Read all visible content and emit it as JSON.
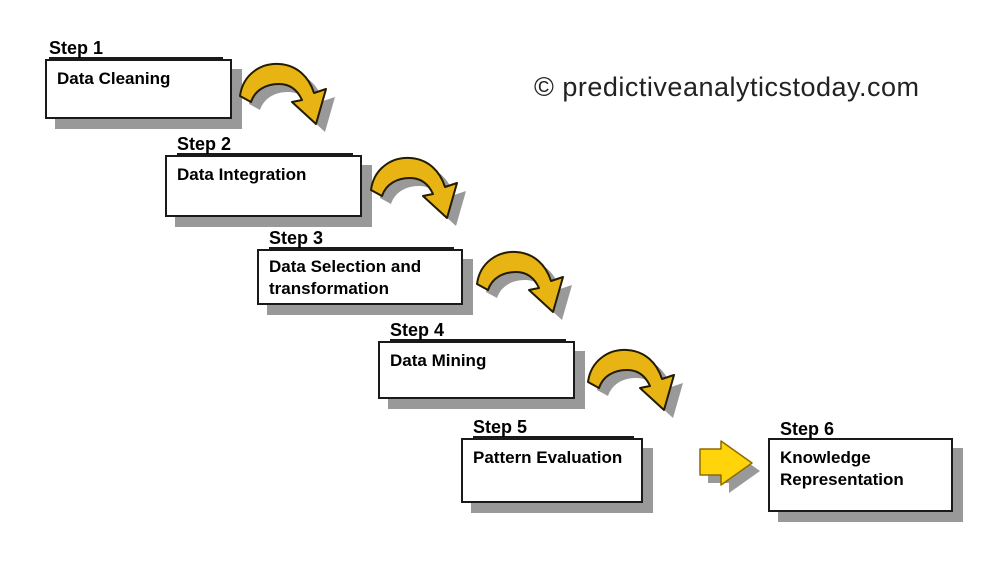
{
  "diagram": {
    "watermark": "© predictiveanalyticstoday.com",
    "steps": [
      {
        "label": "Step 1",
        "title": "Data Cleaning"
      },
      {
        "label": "Step 2",
        "title": "Data Integration"
      },
      {
        "label": "Step 3",
        "title": "Data Selection and transformation"
      },
      {
        "label": "Step 4",
        "title": "Data Mining"
      },
      {
        "label": "Step 5",
        "title": "Pattern Evaluation"
      },
      {
        "label": "Step 6",
        "title": "Knowledge Representation"
      }
    ],
    "icons": {
      "step_connector": "curved-swoosh-arrow-icon",
      "final_connector": "right-block-arrow-icon"
    }
  },
  "colors": {
    "arrow_gold": "#E8B414",
    "arrow_outline": "#231C00",
    "arrow_yellow": "#FFD40A",
    "arrow_yellow_outline": "#8F6B00",
    "shadow": "#999999",
    "box_border": "#1A1A1A",
    "box_fill": "#FFFFFF",
    "text": "#000000",
    "watermark_text": "#222222"
  }
}
